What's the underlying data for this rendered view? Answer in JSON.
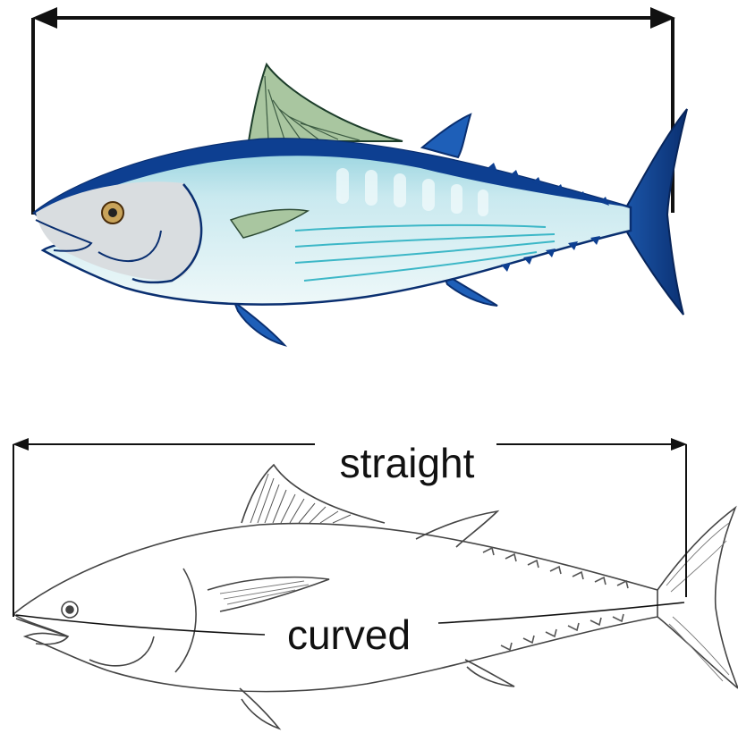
{
  "labels": {
    "straight": "straight",
    "curved": "curved"
  },
  "colors": {
    "fish_back": "#0d3f91",
    "fish_body": "#cfeaf0",
    "fish_belly": "#e9f6f8",
    "fish_face": "#d9dde0",
    "first_dorsal_fin": "#a9c6a0",
    "fins": "#1e5fb8",
    "eye": "#c8a35a",
    "sketch_line": "#444444",
    "measure_line": "#111111"
  },
  "icons": {
    "top_fish": "colored-tuna-illustration",
    "bottom_fish": "line-drawing-tuna"
  }
}
